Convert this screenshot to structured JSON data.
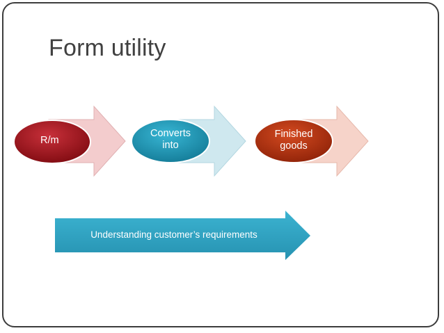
{
  "slide": {
    "title": "Form utility"
  },
  "process_steps": [
    {
      "label_line1": "R/m",
      "label_line2": ""
    },
    {
      "label_line1": "Converts",
      "label_line2": "into"
    },
    {
      "label_line1": "Finished",
      "label_line2": "goods"
    }
  ],
  "band_arrow": {
    "label": "Understanding customer’s requirements"
  },
  "colors": {
    "step1_oval": "#a01018",
    "step1_arrow": "#f3cccd",
    "step2_oval": "#1e9ab8",
    "step2_arrow": "#cfe8ef",
    "step3_oval": "#b83210",
    "step3_arrow": "#f6d3c9",
    "band_arrow": "#32a5c4",
    "title_text": "#404040",
    "frame": "#3c3c3c"
  }
}
